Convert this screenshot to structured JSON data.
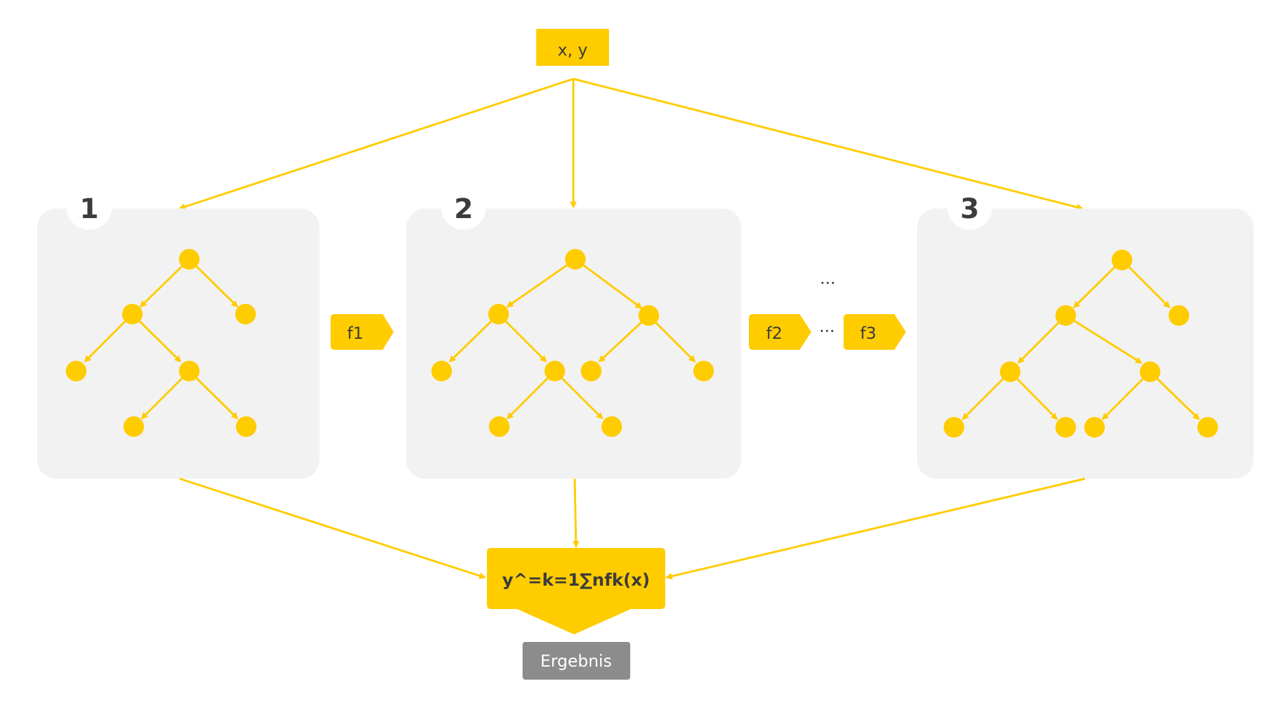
{
  "colors": {
    "accent": "#FFCC00",
    "panel": "#F2F2F2",
    "text_dark": "#3C3C3C",
    "result_bg": "#8C8C8C",
    "result_text": "#FFFFFF",
    "background": "#FFFFFF"
  },
  "input": {
    "label": "x, y"
  },
  "trees": [
    {
      "number": "1"
    },
    {
      "number": "2"
    },
    {
      "number": "3"
    }
  ],
  "functions": [
    {
      "label": "f1"
    },
    {
      "label": "f2"
    },
    {
      "label": "f3"
    }
  ],
  "ellipsis": {
    "top": "...",
    "middle": "..."
  },
  "aggregation": {
    "formula": "y^=k=1∑nfk(x)"
  },
  "result": {
    "label": "Ergebnis"
  }
}
